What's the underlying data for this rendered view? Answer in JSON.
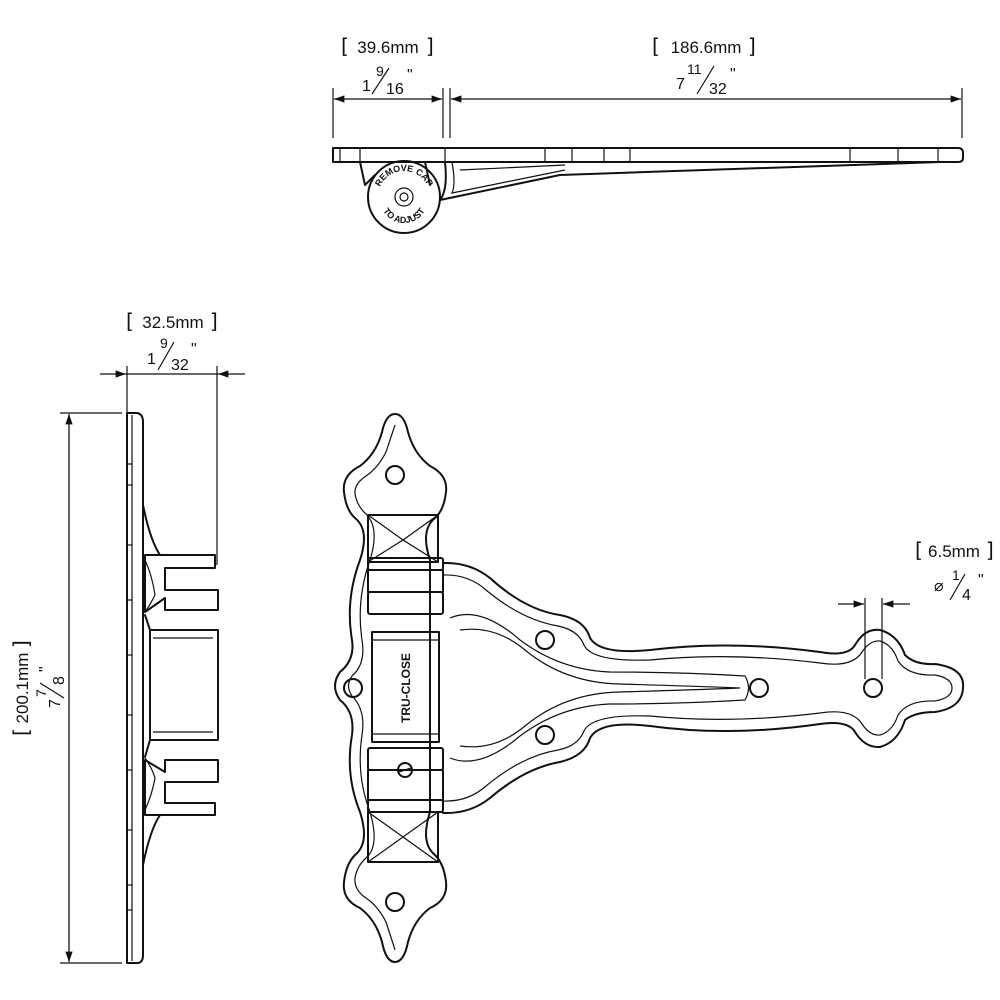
{
  "dimensions": {
    "top_left": {
      "metric": "39.6mm",
      "whole": "1",
      "num": "9",
      "den": "16",
      "inch": "\""
    },
    "top_right": {
      "metric": "186.6mm",
      "whole": "7",
      "num": "11",
      "den": "32",
      "inch": "\""
    },
    "side_width": {
      "metric": "32.5mm",
      "whole": "1",
      "num": "9",
      "den": "32",
      "inch": "\""
    },
    "height": {
      "metric": "200.1mm",
      "whole": "7",
      "num": "7",
      "den": "8",
      "inch": "\""
    },
    "hole": {
      "metric": "6.5mm",
      "symbol": "⌀",
      "num": "1",
      "den": "4",
      "inch": "\""
    }
  },
  "labels": {
    "brand": "TRU-CLOSE",
    "cap_line1": "REMOVE CAP",
    "cap_line2": "TO ADJUST"
  }
}
